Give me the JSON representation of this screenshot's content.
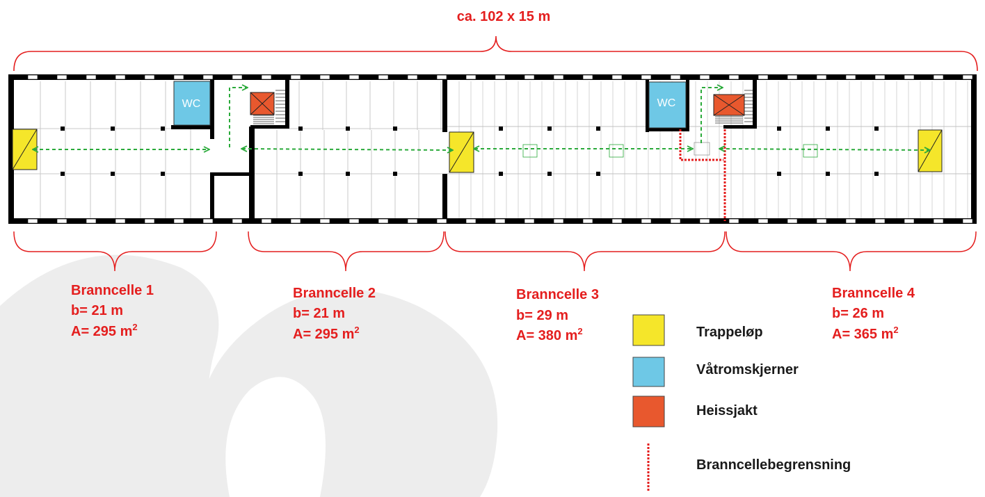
{
  "dimension_label": "ca. 102 x 15 m",
  "wc_label": "WC",
  "cells": [
    {
      "name": "Branncelle 1",
      "width": "b= 21 m",
      "area_prefix": "A= 295 m",
      "area_sup": "2"
    },
    {
      "name": "Branncelle 2",
      "width": "b= 21 m",
      "area_prefix": "A= 295 m",
      "area_sup": "2"
    },
    {
      "name": "Branncelle 3",
      "width": "b= 29 m",
      "area_prefix": "A= 380 m",
      "area_sup": "2"
    },
    {
      "name": "Branncelle 4",
      "width": "b= 26 m",
      "area_prefix": "A= 365 m",
      "area_sup": "2"
    }
  ],
  "legend": [
    {
      "label": "Trappeløp",
      "color": "#f5e62a",
      "icon": "yellow-square"
    },
    {
      "label": "Våtromskjerner",
      "color": "#6ec8e6",
      "icon": "blue-square"
    },
    {
      "label": "Heissjakt",
      "color": "#e8582e",
      "icon": "orange-square"
    },
    {
      "label": "Branncellebegrensning",
      "color": "#e41e1e",
      "icon": "dotted-red-line"
    }
  ],
  "colors": {
    "accent_red": "#e41e1e",
    "escape_route_green": "#2aaa3a",
    "wall": "#000000",
    "grid": "#c8c8c8",
    "watermark": "#ececec"
  }
}
